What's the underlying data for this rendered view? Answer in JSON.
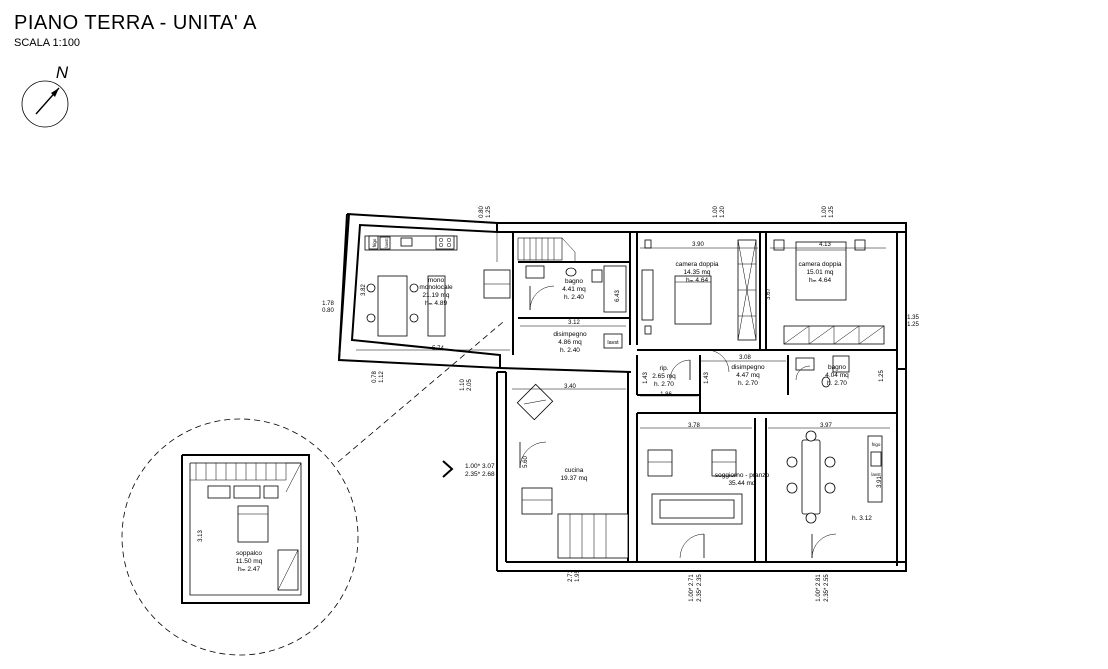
{
  "header": {
    "title": "PIANO TERRA  - UNITA' A",
    "scale": "SCALA 1:100",
    "north_label": "N"
  },
  "rooms": {
    "mono": {
      "name": "mono-\nmonolocale",
      "l1": "mono",
      "l2": "monolocale",
      "area": "21.19 mq",
      "height": "hₘ 4.89"
    },
    "bagno1": {
      "name": "bagno",
      "area": "4.41 mq",
      "height": "h. 2.40"
    },
    "disimp1": {
      "name": "disimpegno",
      "area": "4.86 mq",
      "height": "h. 2.40"
    },
    "camera1": {
      "name": "camera doppia",
      "area": "14.35 mq",
      "height": "hₘ 4.64"
    },
    "camera2": {
      "name": "camera doppia",
      "area": "15.01 mq",
      "height": "hₘ 4.64"
    },
    "rip": {
      "name": "rip.",
      "area": "2.65 mq",
      "height": "h. 2.70"
    },
    "disimp2": {
      "name": "disimpegno",
      "area": "4.47 mq",
      "height": "h. 2.70"
    },
    "bagno2": {
      "name": "bagno",
      "area": "4.04 mq",
      "height": "h. 2.70"
    },
    "cucina": {
      "name": "cucina",
      "area": "19.37 mq"
    },
    "soggiorno": {
      "name": "soggiorno - pranzo",
      "area": "35.44 mq",
      "height": "h. 3.12"
    },
    "soppalco": {
      "name": "soppalco",
      "area": "11.50 mq",
      "height": "hₘ 2.47"
    }
  },
  "fixtures": {
    "frigo1": "frigo",
    "lavst1": "lavst",
    "lavst2": "lavst",
    "frigo2": "frigo",
    "lavst3": "lavst"
  },
  "dimensions": {
    "d390": "3.90",
    "d413": "4.13",
    "d312": "3.12",
    "d308": "3.08",
    "d340": "3.40",
    "d378": "3.78",
    "d397": "3.97",
    "d574": "5.74",
    "d186": "1.86",
    "d382": "3.82",
    "d367": "3.67",
    "d643": "6.43",
    "d143a": "1.43",
    "d143b": "1.43",
    "d125": "1.25",
    "d391": "3.91",
    "d313": "3.13",
    "d560": "5.60",
    "w_left1": "1.78",
    "w_left2": "0.80",
    "w_right1": "1.35",
    "w_right2": "1.25",
    "w_top1a": "0.80",
    "w_top1b": "1.25",
    "w_top2a": "1.00",
    "w_top2b": "1.20",
    "w_top3a": "1.00",
    "w_top3b": "1.25",
    "w_mid1a": "0.78",
    "w_mid1b": "1.12",
    "w_mid2a": "1.10",
    "w_mid2b": "2.05",
    "entry1": "1.00* 3.07",
    "entry2": "2.35* 2.68",
    "b1a": "2.71",
    "b1b": "1.95",
    "b2a": "1.00* 2.71",
    "b2b": "2.35* 2.35",
    "b3a": "1.00* 2.81",
    "b3b": "2.35* 2.55"
  }
}
